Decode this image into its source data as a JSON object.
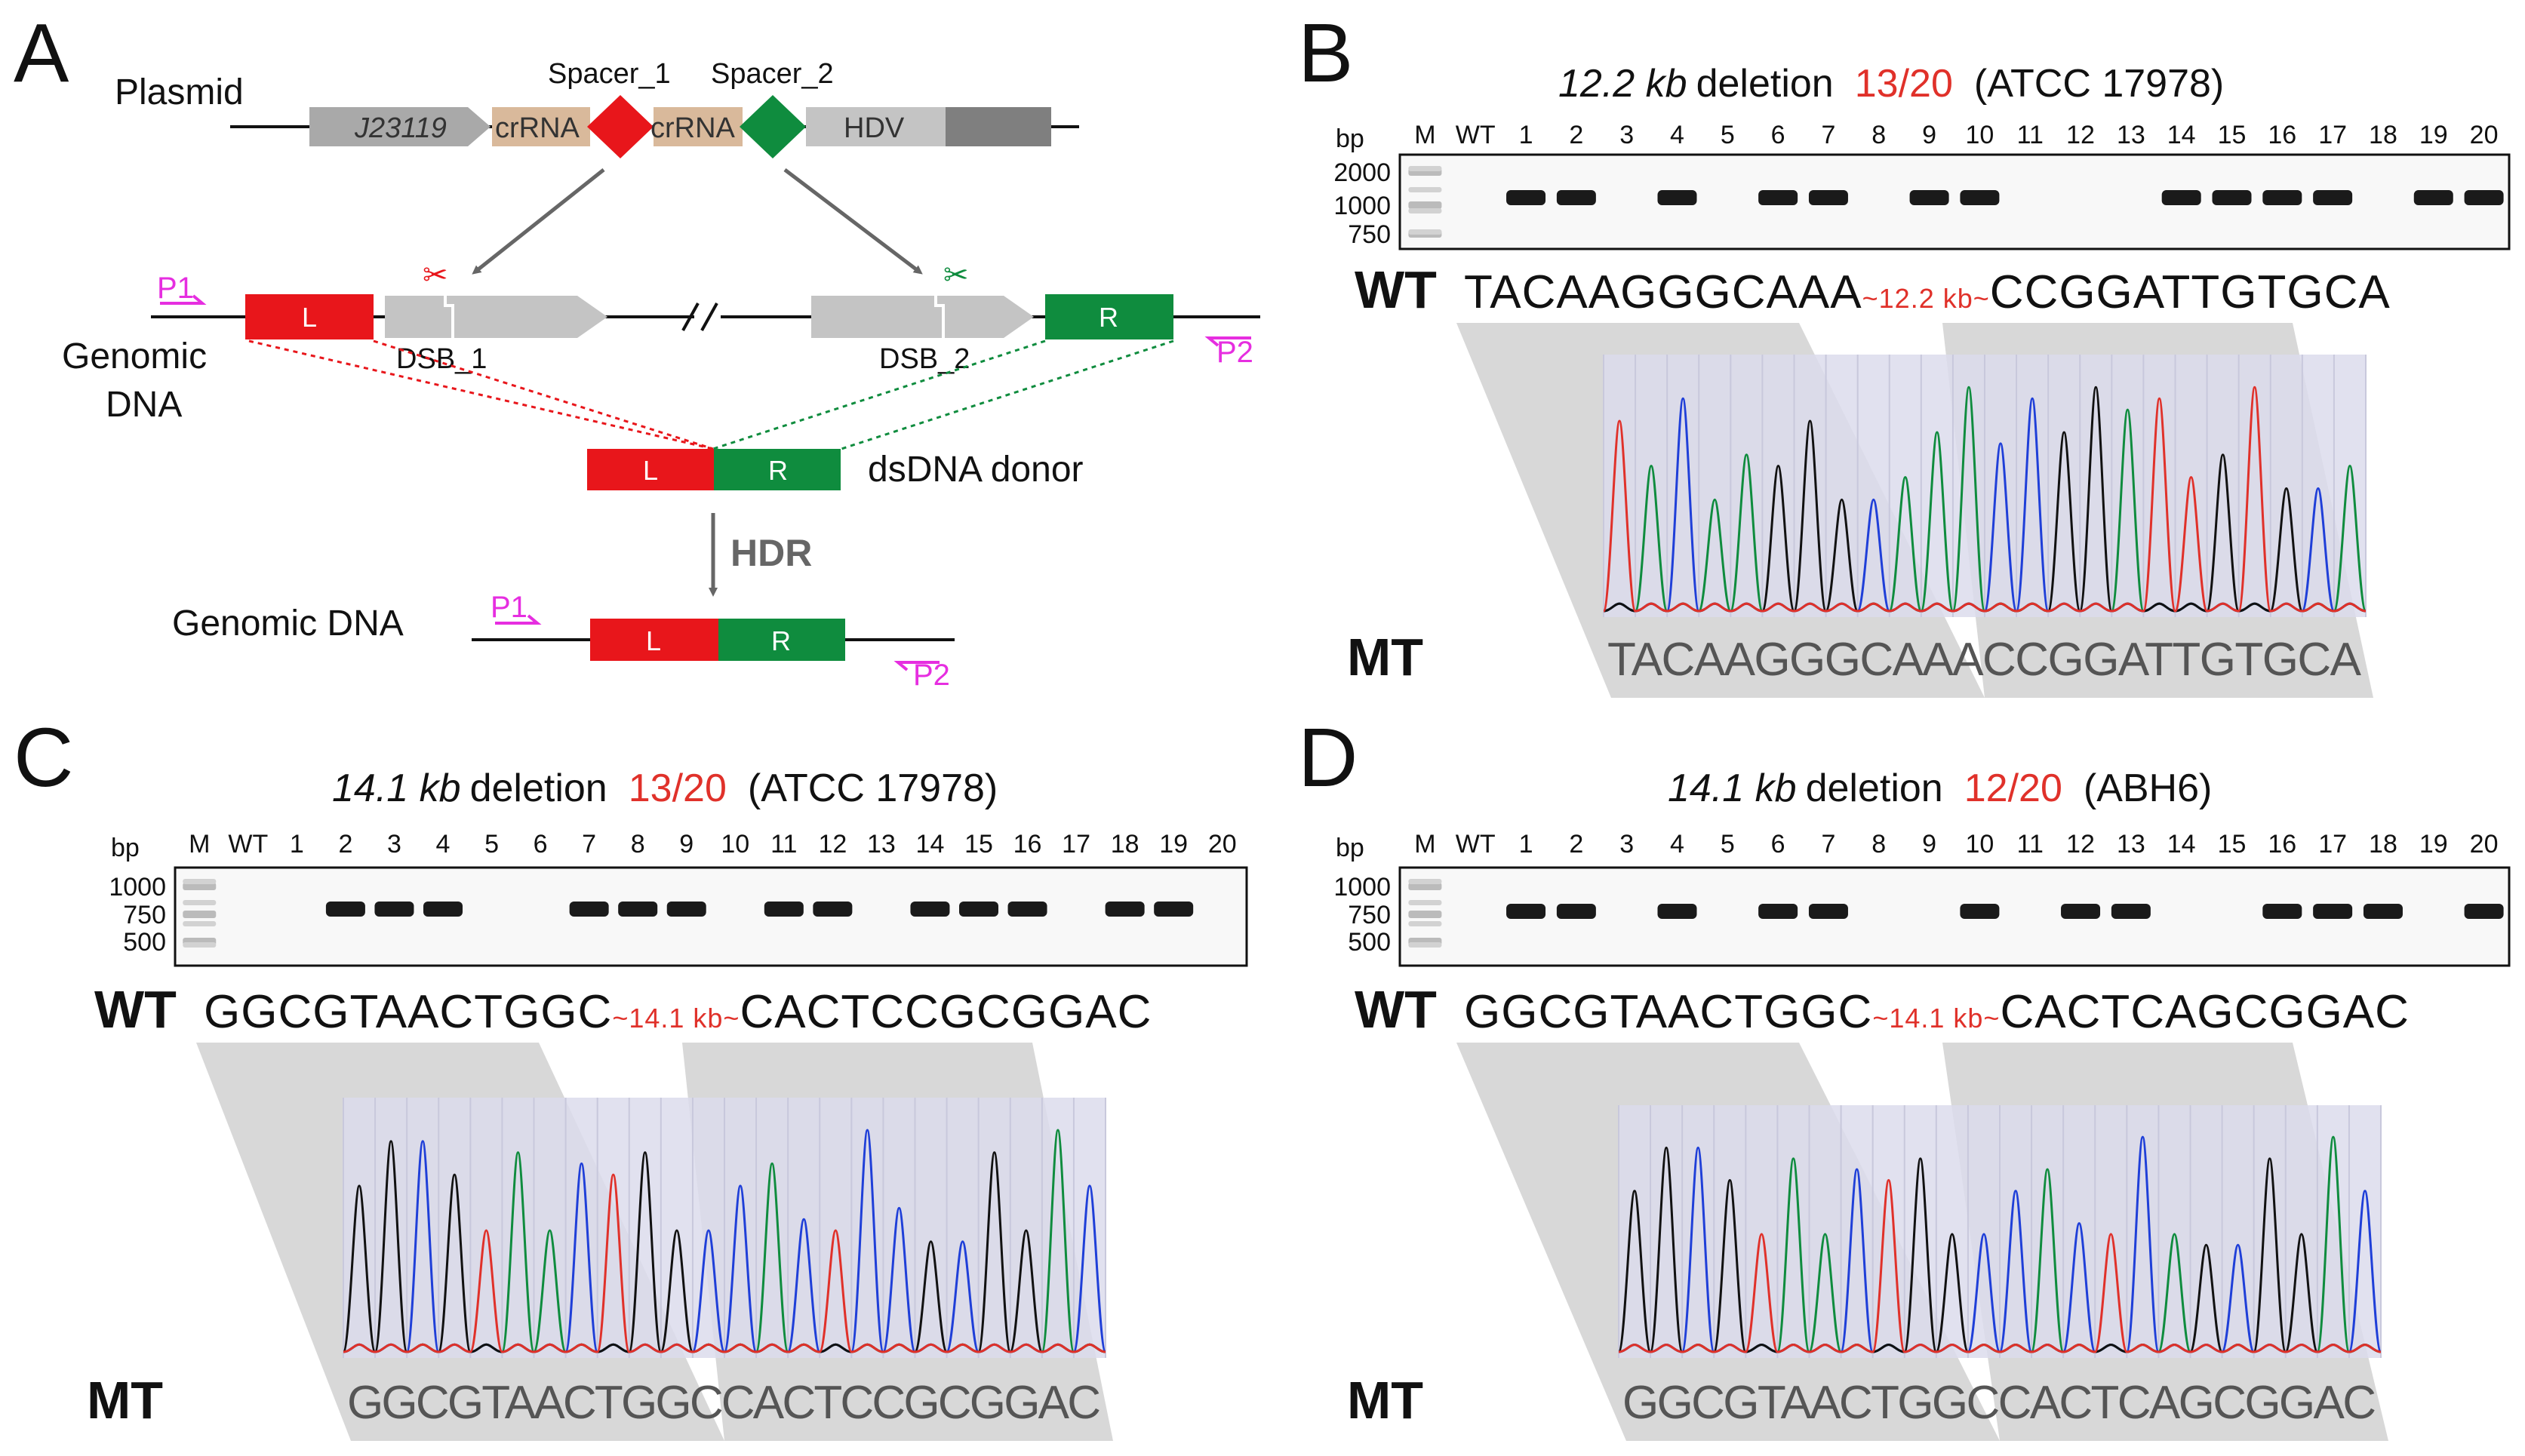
{
  "panelA": {
    "letter": "A",
    "plasmid_label": "Plasmid",
    "promoter": "J23119",
    "crrna1": "crRNA",
    "crrna2": "crRNA",
    "spacer1": "Spacer_1",
    "spacer2": "Spacer_2",
    "hdv": "HDV",
    "genomic_label_line1": "Genomic",
    "genomic_label_line2": "DNA",
    "L": "L",
    "R": "R",
    "dsb1": "DSB_1",
    "dsb2": "DSB_2",
    "donor_label": "dsDNA donor",
    "hdr": "HDR",
    "genomic_dna_label": "Genomic DNA",
    "p1": "P1",
    "p2": "P2",
    "colors": {
      "red": "#e8161b",
      "green": "#0f8c3e",
      "gray": "#c4c4c4",
      "tan": "#d9b99b",
      "magenta": "#e62ee0"
    }
  },
  "panelB": {
    "letter": "B",
    "title_size": "12.2 kb",
    "title_word": "deletion",
    "title_ratio": "13/20",
    "title_strain": "(ATCC 17978)",
    "bp_label": "bp",
    "lanes": [
      "M",
      "WT",
      "1",
      "2",
      "3",
      "4",
      "5",
      "6",
      "7",
      "8",
      "9",
      "10",
      "11",
      "12",
      "13",
      "14",
      "15",
      "16",
      "17",
      "18",
      "19",
      "20"
    ],
    "positive_lanes": [
      1,
      2,
      4,
      6,
      7,
      9,
      10,
      14,
      15,
      16,
      17,
      19,
      20
    ],
    "markers": [
      "2000",
      "1000",
      "750"
    ],
    "wt_label": "WT",
    "mt_label": "MT",
    "wt_left": "TACAAGGGCAAA",
    "wt_gap": "~12.2 kb~",
    "wt_right": "CCGGATTGTGCA",
    "mt_seq": "TACAAGGGCAAACCGGATTGTGCA"
  },
  "panelC": {
    "letter": "C",
    "title_size": "14.1 kb",
    "title_word": "deletion",
    "title_ratio": "13/20",
    "title_strain": "(ATCC 17978)",
    "bp_label": "bp",
    "lanes": [
      "M",
      "WT",
      "1",
      "2",
      "3",
      "4",
      "5",
      "6",
      "7",
      "8",
      "9",
      "10",
      "11",
      "12",
      "13",
      "14",
      "15",
      "16",
      "17",
      "18",
      "19",
      "20"
    ],
    "positive_lanes": [
      2,
      3,
      4,
      7,
      8,
      9,
      11,
      12,
      14,
      15,
      16,
      18,
      19
    ],
    "markers": [
      "1000",
      "750",
      "500"
    ],
    "wt_label": "WT",
    "mt_label": "MT",
    "wt_left": "GGCGTAACTGGC",
    "wt_gap": "~14.1 kb~",
    "wt_right": "CACTCCGCGGAC",
    "mt_seq": "GGCGTAACTGGCCACTCCGCGGAC"
  },
  "panelD": {
    "letter": "D",
    "title_size": "14.1 kb",
    "title_word": "deletion",
    "title_ratio": "12/20",
    "title_strain": "(ABH6)",
    "bp_label": "bp",
    "lanes": [
      "M",
      "WT",
      "1",
      "2",
      "3",
      "4",
      "5",
      "6",
      "7",
      "8",
      "9",
      "10",
      "11",
      "12",
      "13",
      "14",
      "15",
      "16",
      "17",
      "18",
      "19",
      "20"
    ],
    "positive_lanes": [
      1,
      2,
      4,
      6,
      7,
      10,
      12,
      13,
      16,
      17,
      18,
      20
    ],
    "markers": [
      "1000",
      "750",
      "500"
    ],
    "wt_label": "WT",
    "mt_label": "MT",
    "wt_left": "GGCGTAACTGGC",
    "wt_gap": "~14.1 kb~",
    "wt_right": "CACTCAGCGGAC",
    "mt_seq": "GGCGTAACTGGCCACTCAGCGGAC"
  }
}
